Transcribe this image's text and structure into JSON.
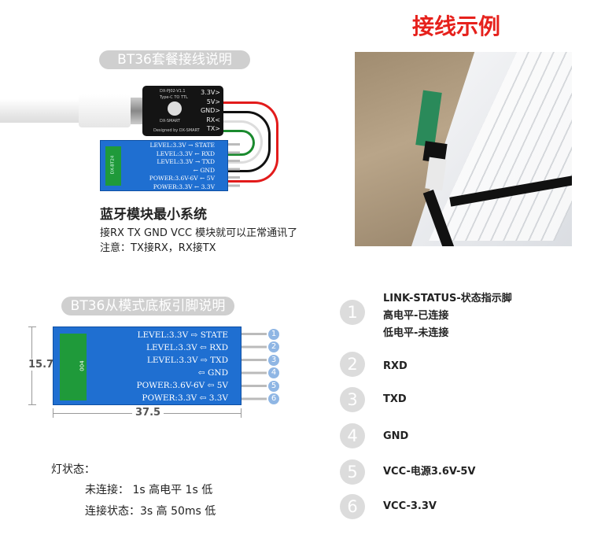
{
  "title": "接线示例",
  "kit": {
    "pill": "BT36套餐接线说明",
    "adapter": {
      "model": "DX-PJ02-V1.1",
      "subtitle": "Type-C TO TTL",
      "brand": "DX-SMART",
      "designed": "Designed by DX-SMART",
      "pins": [
        "3.3V>",
        "5V>",
        "GND>",
        "RX<",
        "TX>"
      ]
    },
    "module": {
      "rows": [
        {
          "level": "LEVEL:3.3V",
          "pin": "STATE"
        },
        {
          "level": "LEVEL:3.3V",
          "pin": "RXD"
        },
        {
          "level": "LEVEL:3.3V",
          "pin": "TXD"
        },
        {
          "level": "",
          "pin": "GND"
        },
        {
          "level": "POWER:3.6V-6V",
          "pin": "5V"
        },
        {
          "level": "POWER:3.3V",
          "pin": "3.3V"
        }
      ],
      "chip": "DX-BT24"
    },
    "heading": "蓝牙模块最小系统",
    "line1": "接RX TX GND VCC 模块就可以正常通讯了",
    "line2": "注意：TX接RX，RX接TX"
  },
  "slave": {
    "pill": "BT36从模式底板引脚说明",
    "height_dim": "15.7",
    "width_dim": "37.5",
    "chip": "004",
    "numbers": [
      "1",
      "2",
      "3",
      "4",
      "5",
      "6"
    ]
  },
  "led": {
    "title": "灯状态：",
    "line1": "未连接： 1s 高电平 1s 低",
    "line2": "连接状态：3s 高 50ms 低"
  },
  "pins": [
    {
      "num": "1",
      "lines": [
        "LINK-STATUS-状态指示脚",
        "高电平-已连接",
        "低电平-未连接"
      ]
    },
    {
      "num": "2",
      "lines": [
        "RXD"
      ]
    },
    {
      "num": "3",
      "lines": [
        "TXD"
      ]
    },
    {
      "num": "4",
      "lines": [
        "GND"
      ]
    },
    {
      "num": "5",
      "lines": [
        "VCC-电源3.6V-5V"
      ]
    },
    {
      "num": "6",
      "lines": [
        "VCC-3.3V"
      ]
    }
  ]
}
